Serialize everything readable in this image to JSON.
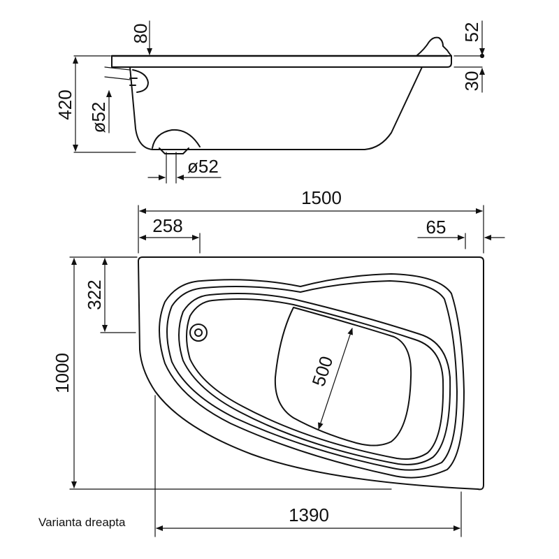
{
  "side_view": {
    "height": "420",
    "rim_thickness": "80",
    "top_right": "52",
    "bottom_right": "30",
    "overflow_diameter": "ø52",
    "drain_diameter": "ø52"
  },
  "top_view": {
    "length": "1500",
    "left_offset": "258",
    "right_offset": "65",
    "drain_offset": "322",
    "width": "1000",
    "inner_width": "500",
    "bottom_length": "1390"
  },
  "caption": "Varianta dreapta",
  "colors": {
    "line": "#111111",
    "background": "#ffffff"
  }
}
